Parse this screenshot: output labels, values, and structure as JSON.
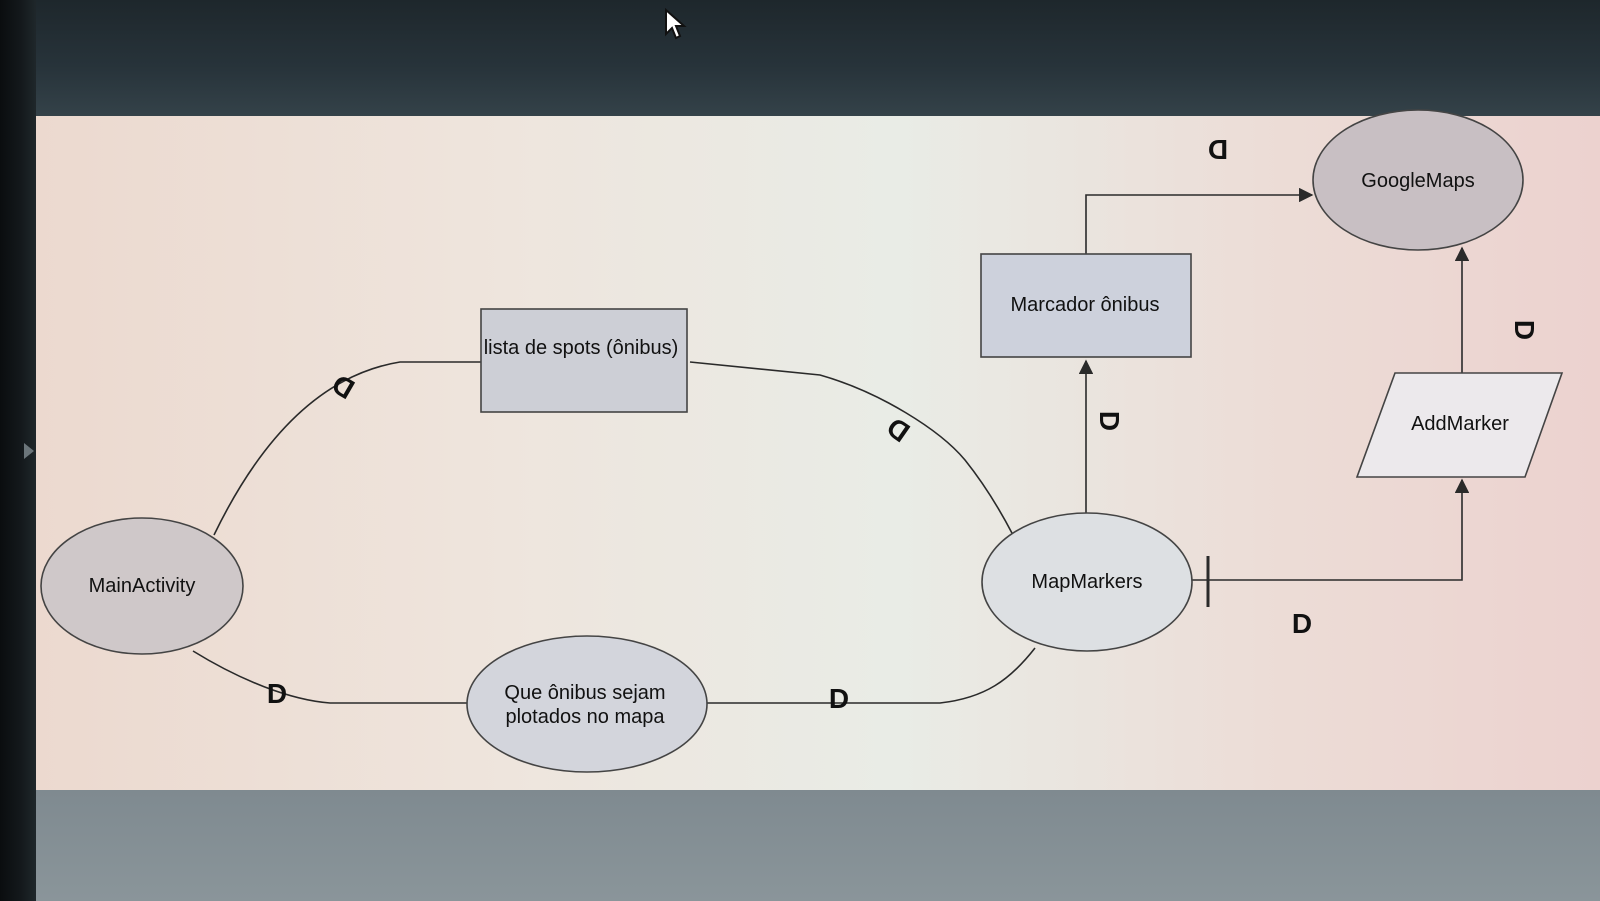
{
  "diagram": {
    "nodes": {
      "main_activity": "MainActivity",
      "lista_spots": "lista de spots (ônibus)",
      "que_onibus_line1": "Que ônibus sejam",
      "que_onibus_line2": "plotados no mapa",
      "map_markers": "MapMarkers",
      "marcador_onibus": "Marcador ônibus",
      "google_maps": "GoogleMaps",
      "add_marker": "AddMarker"
    },
    "flow_labels": {
      "main_to_lista": "D",
      "lista_to_mapmarkers": "D",
      "main_to_que": "D",
      "que_to_mapmarkers": "D",
      "mapmarkers_to_marcador": "D",
      "marcador_to_googlemaps": "D",
      "mapmarkers_to_addmarker": "D",
      "addmarker_to_googlemaps": "D"
    }
  },
  "colors": {
    "process_fill": "#cfc8c9",
    "store_fill": "#cdcfd6",
    "line": "#2a2a2a"
  }
}
